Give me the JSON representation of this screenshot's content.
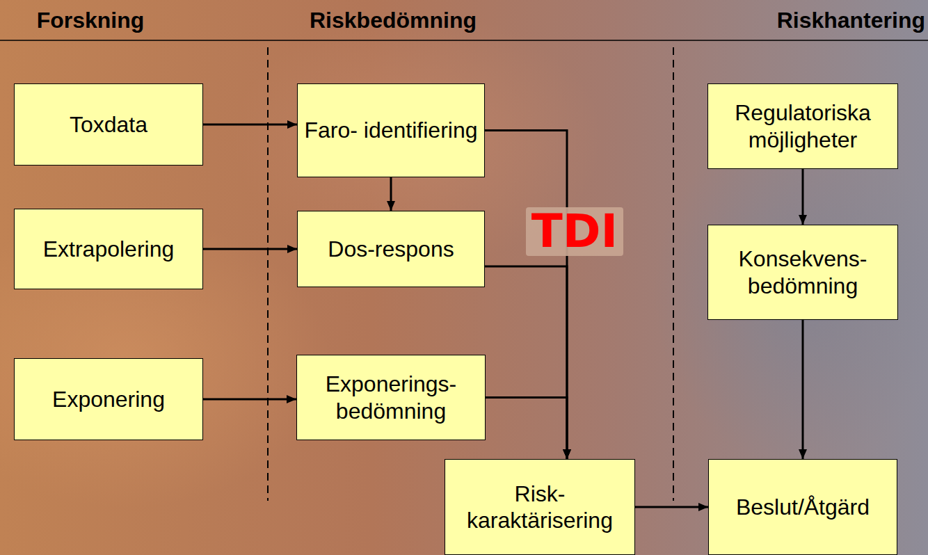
{
  "diagram": {
    "nodes": [
      {
        "text": [
          "Toxdata"
        ]
      },
      {
        "text": [
          "Extrapolering"
        ]
      },
      {
        "text": [
          "Exponering"
        ]
      },
      {
        "text": [
          "Faro- identifiering"
        ]
      },
      {
        "text": [
          "Dos-respons"
        ]
      },
      {
        "text": [
          "Exponerings- bedömning"
        ]
      },
      {
        "text": [
          "Risk- karaktärisering"
        ]
      },
      {
        "text": [
          "Regulatoriska möjligheter"
        ]
      },
      {
        "text": [
          "Konsekvens- bedömning"
        ]
      },
      {
        "text": [
          "Beslut/Åtgärd"
        ]
      }
    ],
    "edges": [
      {
        "from": 0,
        "to": 3,
        "arrow": "to"
      },
      {
        "from": 1,
        "to": 4,
        "arrow": "to"
      },
      {
        "from": 2,
        "to": 5,
        "arrow": "to"
      },
      {
        "from": 3,
        "to": 4,
        "arrow": "to"
      },
      {
        "from": 3,
        "to": 6,
        "arrow": "to"
      },
      {
        "from": 4,
        "to": 6,
        "arrow": "to"
      },
      {
        "from": 5,
        "to": 6,
        "arrow": "to"
      },
      {
        "from": 7,
        "to": 8,
        "arrow": "to"
      },
      {
        "from": 8,
        "to": 9,
        "arrow": "to"
      },
      {
        "from": 6,
        "to": 9,
        "arrow": "to"
      }
    ],
    "labels": [
      "Forskning",
      "Riskbedömning",
      "Riskhantering",
      "TDI"
    ]
  }
}
